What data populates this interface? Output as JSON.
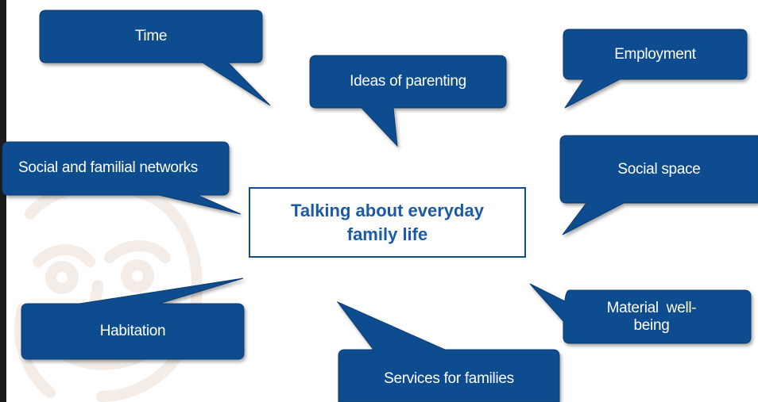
{
  "diagram": {
    "center_title": "Talking about everyday family life",
    "bubble_color": "#0f4d8f",
    "bubble_stroke": "#0a3a6e",
    "center_text_color": "#1a5aa6",
    "bubbles": [
      {
        "name": "bubble-time",
        "label": "Time"
      },
      {
        "name": "bubble-ideas-of-parenting",
        "label": "Ideas of parenting"
      },
      {
        "name": "bubble-employment",
        "label": "Employment"
      },
      {
        "name": "bubble-social-familial-networks",
        "label": "Social and familial networks"
      },
      {
        "name": "bubble-social-space",
        "label": "Social space"
      },
      {
        "name": "bubble-habitation",
        "label": "Habitation"
      },
      {
        "name": "bubble-services-for-families",
        "label": "Services for families"
      },
      {
        "name": "bubble-material-well-being",
        "label": "Material  well-being"
      }
    ]
  }
}
